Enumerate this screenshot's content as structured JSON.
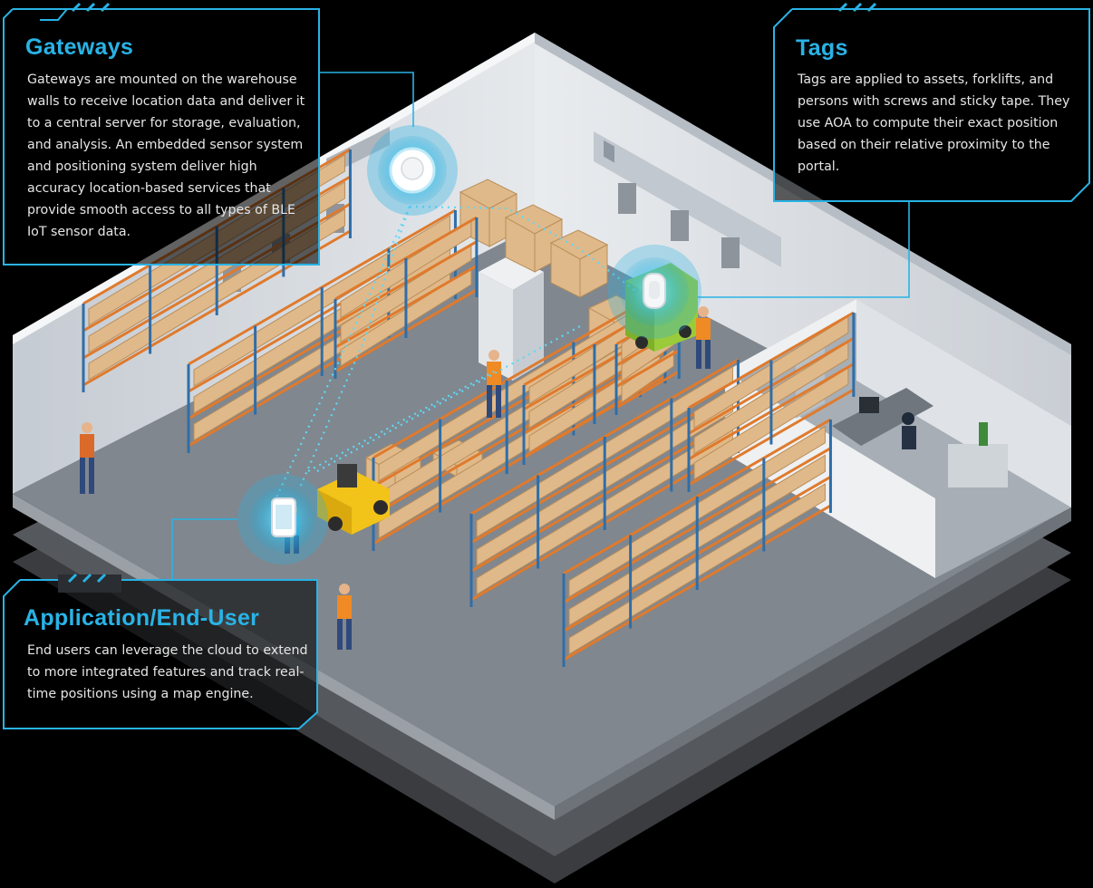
{
  "panels": {
    "gateways": {
      "title": "Gateways",
      "body": "Gateways are mounted on the warehouse walls to receive location data and deliver it to a central server for storage, evaluation, and analysis. An embedded sensor system and positioning system deliver high accuracy location-based services that provide smooth access to all types of BLE IoT sensor data."
    },
    "tags": {
      "title": "Tags",
      "body": "Tags are applied to assets, forklifts, and persons with screws and sticky tape. They use AOA to compute their exact position based on their relative proximity to the portal."
    },
    "application": {
      "title": "Application/End-User",
      "body": "End users can leverage the cloud to extend to more integrated features and track real-time positions using a map engine."
    }
  },
  "colors": {
    "background": "#000000",
    "accent": "#29b3e6",
    "floor": "#7a828c",
    "wall": "#d9dde2",
    "rack_frame": "#2f6ea8",
    "rack_beam": "#e07a2c",
    "box": "#e0b98a",
    "worker_shirt": "#f08a24"
  },
  "icons": {
    "gateway": "gateway-device-icon",
    "tag": "tag-device-icon",
    "application": "smartphone-icon"
  }
}
